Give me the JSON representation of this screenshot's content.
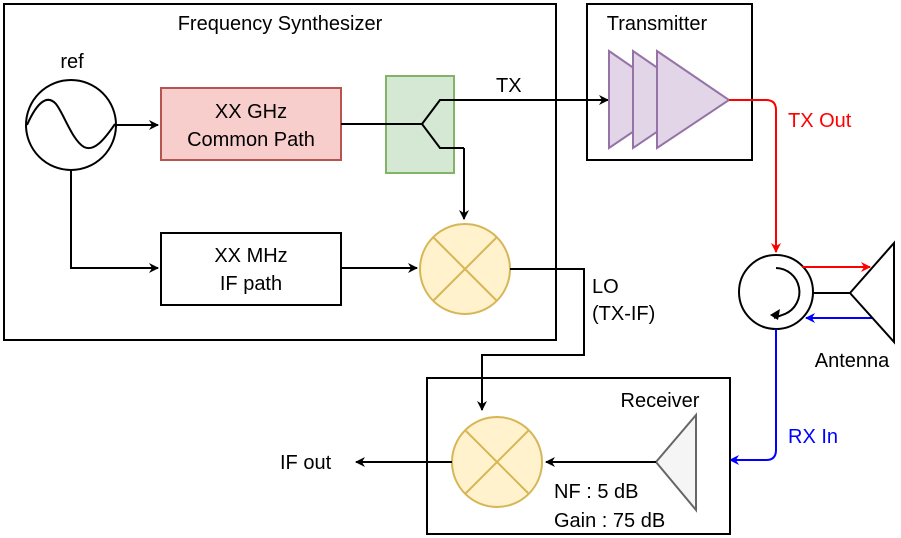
{
  "frequency_synthesizer": {
    "title": "Frequency Synthesizer",
    "ref_label": "ref",
    "common_path": {
      "line1": "XX GHz",
      "line2": "Common Path"
    },
    "if_path": {
      "line1": "XX MHz",
      "line2": "IF path"
    }
  },
  "signals": {
    "tx": "TX",
    "tx_out": "TX Out",
    "lo_line1": "LO",
    "lo_line2": "(TX-IF)",
    "rx_in": "RX In",
    "if_out": "IF out"
  },
  "transmitter": {
    "title": "Transmitter"
  },
  "antenna": {
    "label": "Antenna"
  },
  "receiver": {
    "title": "Receiver",
    "nf": "NF : 5 dB",
    "gain": "Gain : 75 dB"
  },
  "colors": {
    "common_path_fill": "#f8cecc",
    "common_path_stroke": "#b85450",
    "splitter_fill": "#d5e8d4",
    "splitter_stroke": "#82b366",
    "mixer_fill": "#fff2cc",
    "mixer_stroke": "#d6b656",
    "amp_fill": "#e1d5e7",
    "amp_stroke": "#9673a6",
    "lna_fill": "#f5f5f5",
    "lna_stroke": "#666666",
    "tx_path": "#ff0000",
    "rx_path": "#0000ff"
  }
}
